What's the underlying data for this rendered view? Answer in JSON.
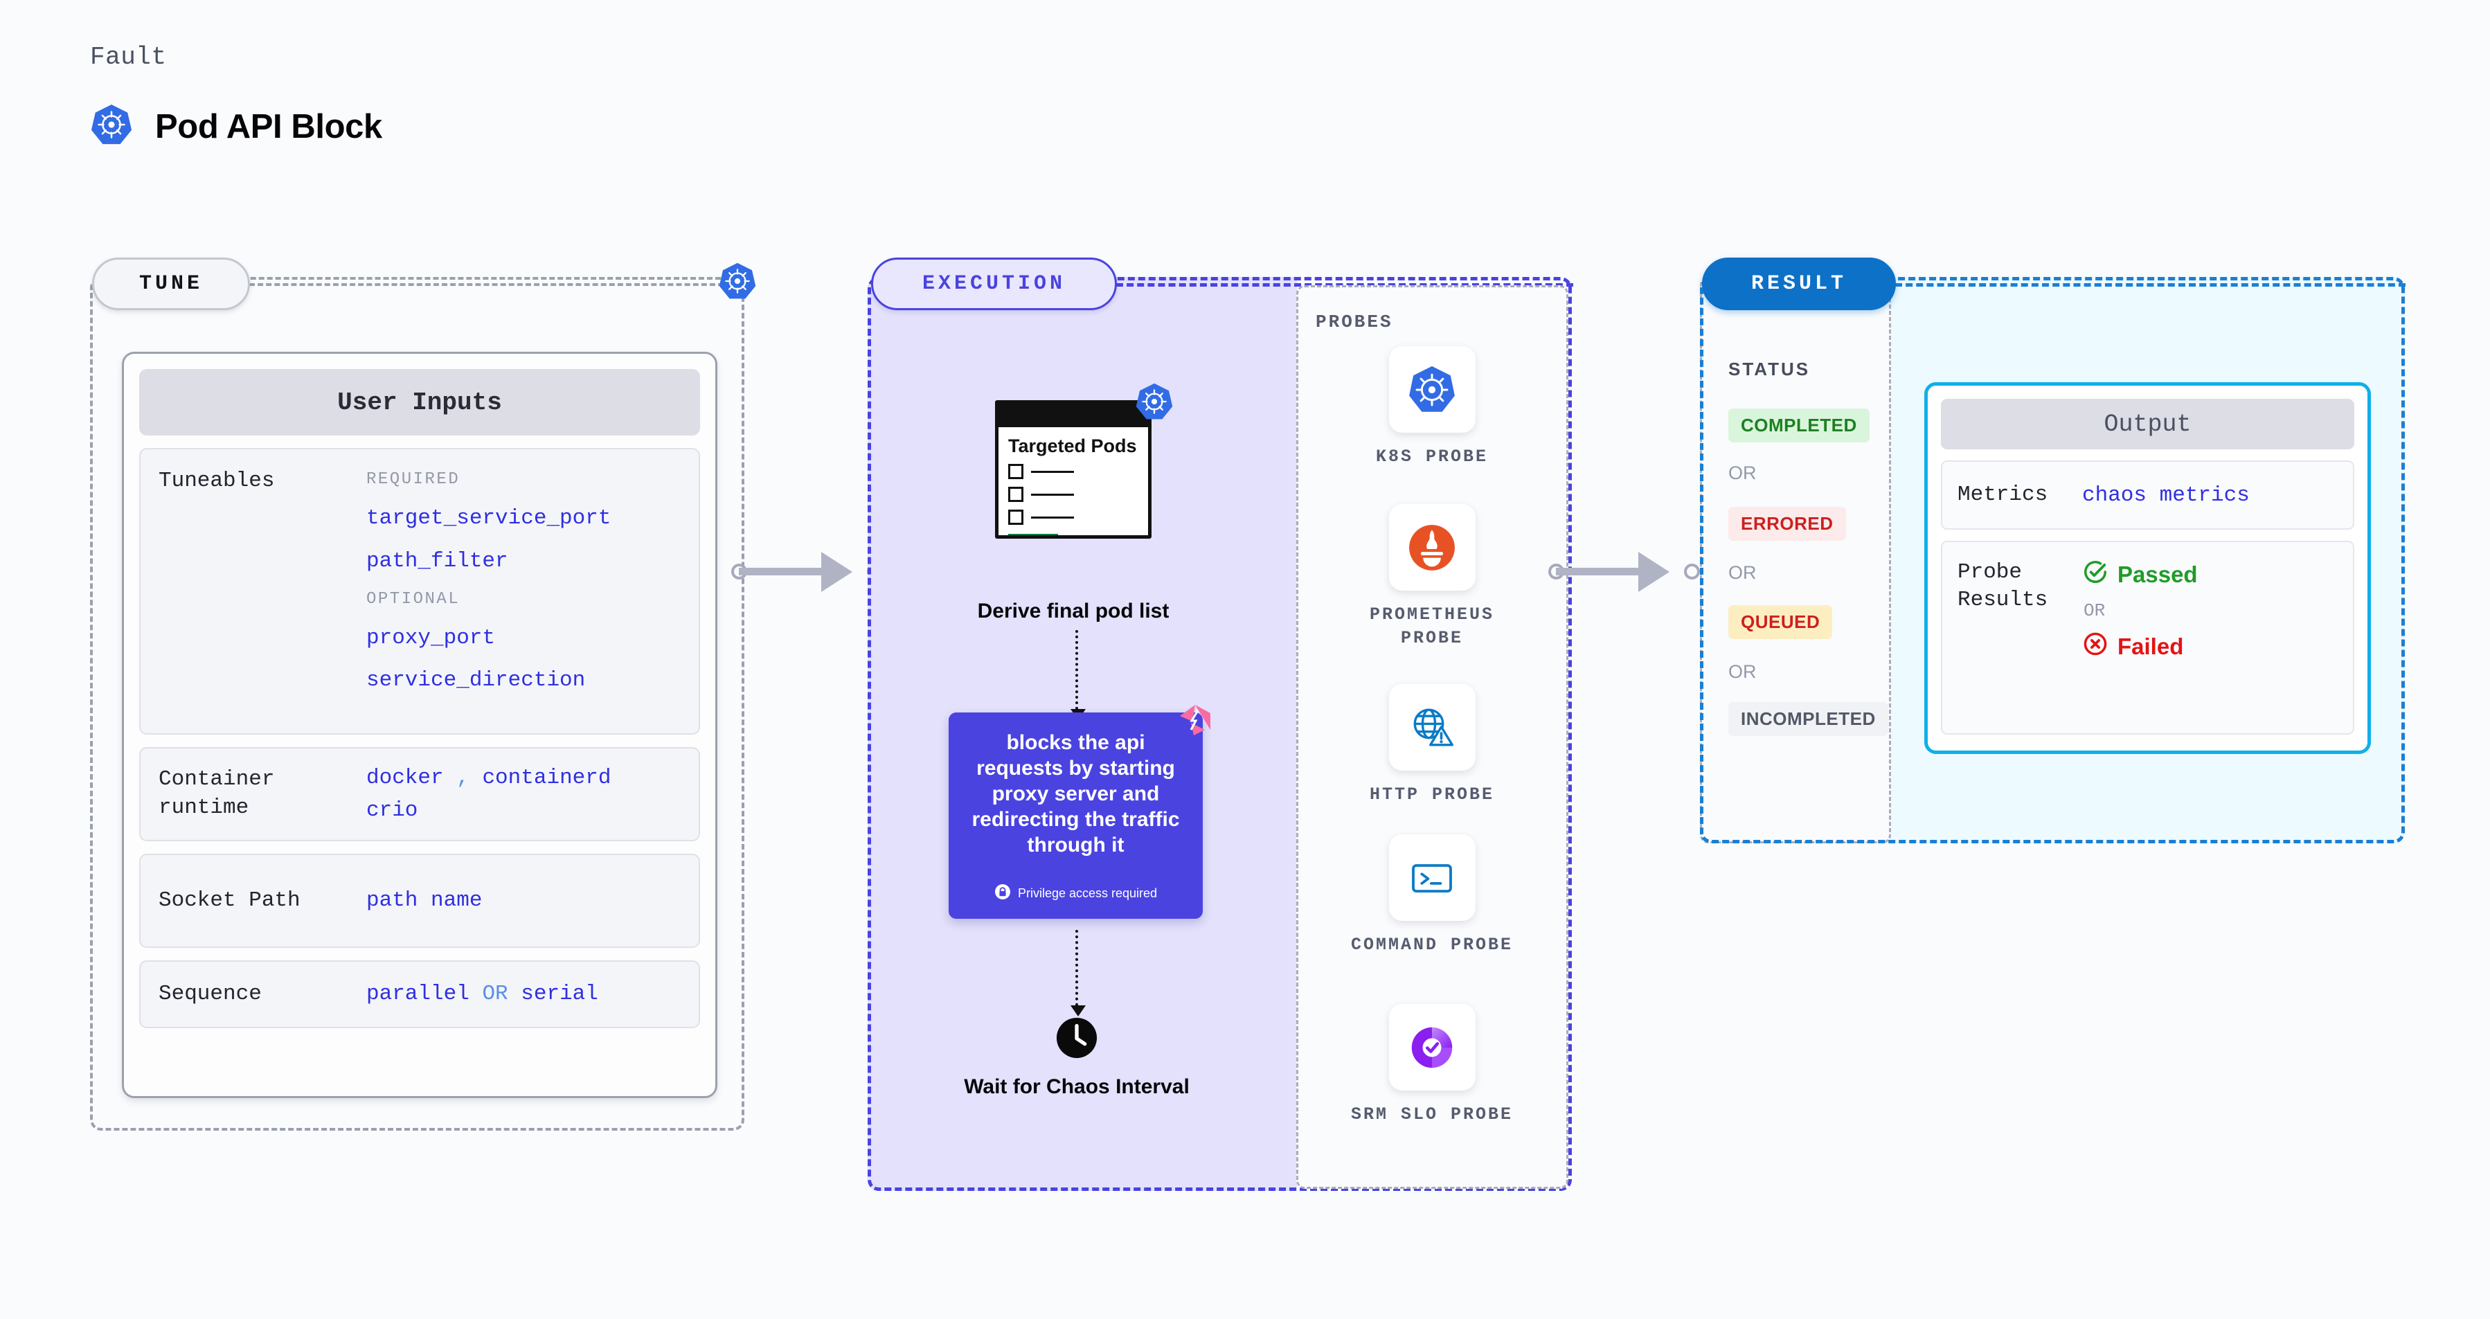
{
  "header": {
    "eyebrow": "Fault",
    "title": "Pod API Block",
    "icon": "kubernetes-icon"
  },
  "tune": {
    "pill_label": "TUNE",
    "badge_icon": "kubernetes-icon",
    "card_title": "User Inputs",
    "rows": [
      {
        "label": "Tuneables",
        "groups": [
          {
            "caption": "REQUIRED",
            "values": [
              "target_service_port",
              "path_filter"
            ]
          },
          {
            "caption": "OPTIONAL",
            "values": [
              "proxy_port",
              "service_direction"
            ]
          }
        ]
      },
      {
        "label": "Container runtime",
        "values": [
          "docker",
          ",",
          "containerd",
          "crio"
        ]
      },
      {
        "label": "Socket Path",
        "values": [
          "path name"
        ]
      },
      {
        "label": "Sequence",
        "values": [
          "parallel",
          "OR",
          "serial"
        ]
      }
    ]
  },
  "execution": {
    "pill_label": "EXECUTION",
    "pods_card": {
      "title": "Targeted Pods",
      "badge_icon": "kubernetes-icon",
      "rows": 3
    },
    "derive_label": "Derive final pod list",
    "action_card": {
      "text": "blocks the api requests by starting proxy server and redirecting the traffic through it",
      "privilege_label": "Privilege access required",
      "privilege_icon": "lock-icon",
      "brand_icon": "harness-icon",
      "color": "#4a43e0"
    },
    "wait_label": "Wait for Chaos Interval",
    "wait_icon": "clock-icon",
    "probes": {
      "title": "PROBES",
      "items": [
        {
          "name": "K8S PROBE",
          "icon": "kubernetes-icon"
        },
        {
          "name": "PROMETHEUS PROBE",
          "icon": "prometheus-icon"
        },
        {
          "name": "HTTP PROBE",
          "icon": "globe-warning-icon"
        },
        {
          "name": "COMMAND PROBE",
          "icon": "terminal-icon"
        },
        {
          "name": "SRM SLO PROBE",
          "icon": "srm-slo-icon"
        }
      ]
    }
  },
  "result": {
    "pill_label": "RESULT",
    "status_label": "STATUS",
    "or_label": "OR",
    "statuses": [
      {
        "label": "COMPLETED",
        "bg": "#d9f5dc",
        "fg": "#1d8021"
      },
      {
        "label": "ERRORED",
        "bg": "#fdeaea",
        "fg": "#cc2020"
      },
      {
        "label": "QUEUED",
        "bg": "#fdeec2",
        "fg": "#cc2020"
      },
      {
        "label": "INCOMPLETED",
        "bg": "#f1f2f6",
        "fg": "#525868"
      }
    ],
    "output": {
      "title": "Output",
      "metrics_label": "Metrics",
      "metrics_value": "chaos metrics",
      "probe_label": "Probe Results",
      "passed_label": "Passed",
      "passed_icon": "check-circle-icon",
      "failed_label": "Failed",
      "failed_icon": "x-circle-icon",
      "or_label": "OR"
    }
  }
}
